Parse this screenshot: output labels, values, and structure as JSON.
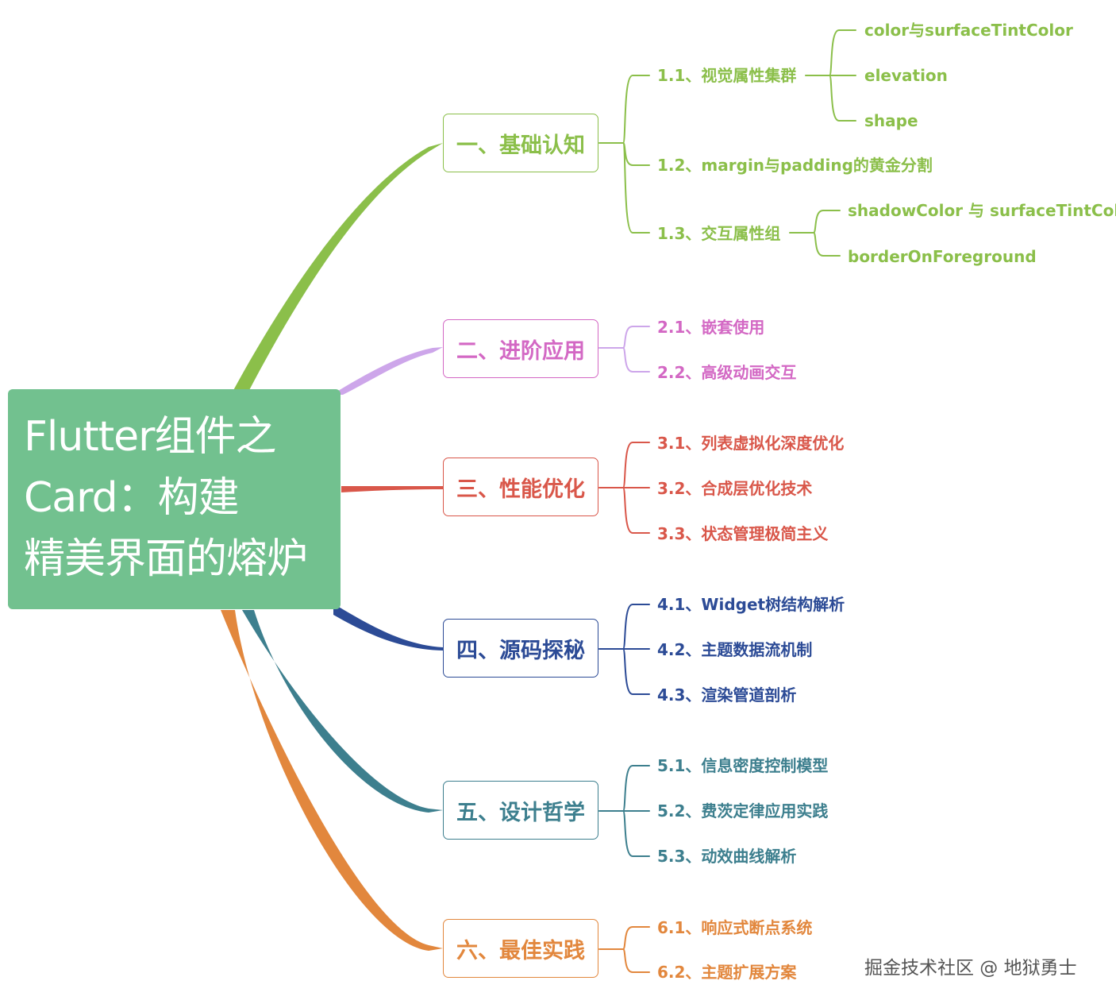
{
  "root": {
    "lines": [
      "Flutter组件之",
      "Card：构建",
      "精美界面的熔炉"
    ]
  },
  "branches": [
    {
      "label": "一、基础认知",
      "color": "#8bbf4a",
      "children": [
        {
          "label": "1.1、视觉属性集群",
          "children": [
            "color与surfaceTintColor",
            "elevation",
            "shape"
          ]
        },
        {
          "label": "1.2、margin与padding的黄金分割"
        },
        {
          "label": "1.3、交互属性组",
          "children": [
            "shadowColor 与 surfaceTintColor",
            "borderOnForeground"
          ]
        }
      ]
    },
    {
      "label": "二、进阶应用",
      "color": "#d368c4",
      "link_color": "#cda6ea",
      "children": [
        {
          "label": "2.1、嵌套使用"
        },
        {
          "label": "2.2、高级动画交互"
        }
      ]
    },
    {
      "label": "三、性能优化",
      "color": "#d9574a",
      "children": [
        {
          "label": "3.1、列表虚拟化深度优化"
        },
        {
          "label": "3.2、合成层优化技术"
        },
        {
          "label": "3.3、状态管理极简主义"
        }
      ]
    },
    {
      "label": "四、源码探秘",
      "color": "#2c4b96",
      "children": [
        {
          "label": "4.1、Widget树结构解析"
        },
        {
          "label": "4.2、主题数据流机制"
        },
        {
          "label": "4.3、渲染管道剖析"
        }
      ]
    },
    {
      "label": "五、设计哲学",
      "color": "#3d7f8e",
      "children": [
        {
          "label": "5.1、信息密度控制模型"
        },
        {
          "label": "5.2、费茨定律应用实践"
        },
        {
          "label": "5.3、动效曲线解析"
        }
      ]
    },
    {
      "label": "六、最佳实践",
      "color": "#e2873d",
      "children": [
        {
          "label": "6.1、响应式断点系统"
        },
        {
          "label": "6.2、主题扩展方案"
        }
      ]
    }
  ],
  "watermark": "掘金技术社区 @ 地狱勇士"
}
